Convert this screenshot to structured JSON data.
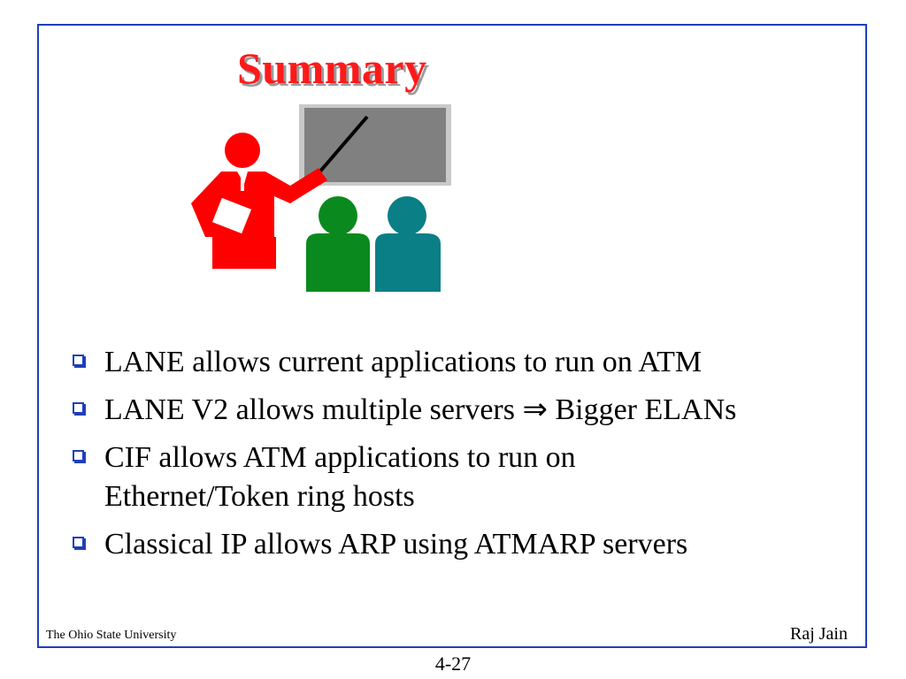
{
  "slide": {
    "title": "Summary",
    "bullets": [
      "LANE allows current applications to run on ATM",
      "LANE V2 allows multiple servers ⇒ Bigger ELANs",
      "CIF allows ATM applications to run on\nEthernet/Token ring hosts",
      "Classical IP allows ARP using ATMARP servers"
    ],
    "footer_left": "The Ohio State University",
    "footer_right": "Raj Jain",
    "page_number": "4-27"
  },
  "colors": {
    "frame": "#1f3fb8",
    "title": "#ff1a1a",
    "presenter": "#ff0000",
    "listener_green": "#0a8a1e",
    "listener_teal": "#0a7f86",
    "board": "#808080"
  },
  "icons": {
    "clipart": "presenter-with-pointer-and-audience",
    "bullet": "hollow-square-bullet"
  }
}
